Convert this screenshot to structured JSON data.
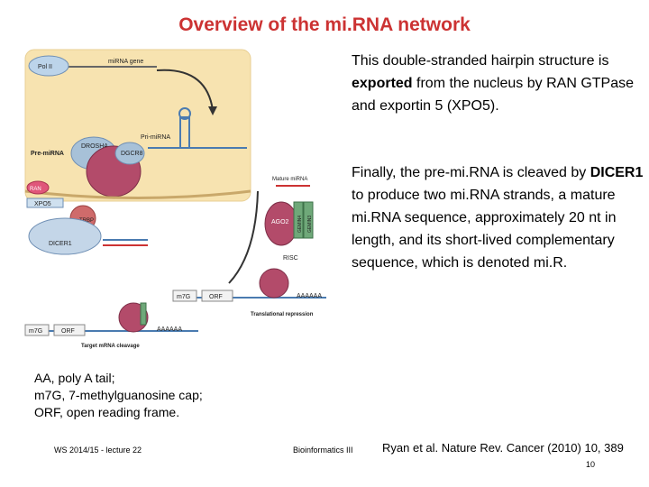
{
  "title": "Overview of the mi.RNA network",
  "paragraph1": {
    "before": "This double-stranded hairpin structure is ",
    "bold": "exported",
    "after": " from the nucleus by RAN GTPase and exportin 5 (XPO5)."
  },
  "paragraph2": {
    "before": "Finally, the pre-mi.RNA is cleaved by ",
    "bold": "DICER1",
    "after": " to produce two mi.RNA strands, a mature mi.RNA sequence, approximately 20 nt in length, and its short-lived complementary sequence, which is denoted mi.R."
  },
  "diagram": {
    "labels": {
      "pol2": "Pol II",
      "mirna_gene": "miRNA gene",
      "pri_mirna": "Pri-miRNA",
      "drosha": "DROSHA",
      "dgcr8": "DGCR8",
      "pre_mirna": "Pre-miRNA",
      "ran": "RAN",
      "xpo5": "XPO5",
      "trbp": "TRBP",
      "dicer1": "DICER1",
      "mature_mirna": "Mature miRNA",
      "ago2": "AGO2",
      "gemin4": "GEMIN4",
      "gemin3": "GEMIN3",
      "risc": "RISC",
      "m7g_top": "m7G",
      "orf_top": "ORF",
      "polya_top": "AAAAAA",
      "translational_repression": "Translational repression",
      "m7g_bottom": "m7G",
      "orf_bottom": "ORF",
      "polya_bottom": "AAAAAA",
      "target_cleavage": "Target mRNA cleavage"
    }
  },
  "abbreviations": [
    "AA, poly A tail;",
    "m7G, 7-methylguanosine cap;",
    "ORF, open reading frame."
  ],
  "footer": {
    "left": "WS 2014/15 - lecture 22",
    "middle": "Bioinformatics III",
    "citation": "Ryan et al. Nature Rev. Cancer (2010) 10, 389",
    "page": "10"
  }
}
